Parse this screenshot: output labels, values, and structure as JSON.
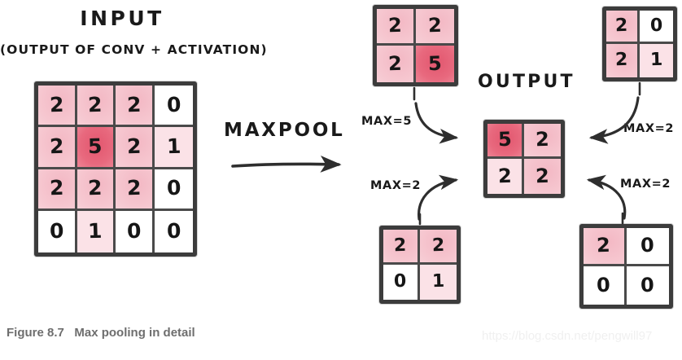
{
  "figure": {
    "caption_label": "Figure 8.7",
    "caption_text": "Max pooling in detail",
    "watermark": "https://blog.csdn.net/pengwill97"
  },
  "input": {
    "title": "INPUT",
    "subtitle": "(OUTPUT OF CONV + ACTIVATION)",
    "rows": [
      [
        {
          "value": "2",
          "tier": "v-mid"
        },
        {
          "value": "2",
          "tier": "v-mid"
        },
        {
          "value": "2",
          "tier": "v-mid"
        },
        {
          "value": "0",
          "tier": "v-none"
        }
      ],
      [
        {
          "value": "2",
          "tier": "v-mid"
        },
        {
          "value": "5",
          "tier": "v-high"
        },
        {
          "value": "2",
          "tier": "v-mid"
        },
        {
          "value": "1",
          "tier": "v-low"
        }
      ],
      [
        {
          "value": "2",
          "tier": "v-mid"
        },
        {
          "value": "2",
          "tier": "v-mid"
        },
        {
          "value": "2",
          "tier": "v-mid"
        },
        {
          "value": "0",
          "tier": "v-none"
        }
      ],
      [
        {
          "value": "0",
          "tier": "v-none"
        },
        {
          "value": "1",
          "tier": "v-low"
        },
        {
          "value": "0",
          "tier": "v-none"
        },
        {
          "value": "0",
          "tier": "v-none"
        }
      ]
    ]
  },
  "operation": {
    "label": "MAXPOOL",
    "arrow_icon": "right-arrow-icon"
  },
  "output": {
    "title": "OUTPUT",
    "rows": [
      [
        {
          "value": "5",
          "tier": "v-high"
        },
        {
          "value": "2",
          "tier": "v-mid"
        }
      ],
      [
        {
          "value": "2",
          "tier": "v-low"
        },
        {
          "value": "2",
          "tier": "v-mid"
        }
      ]
    ]
  },
  "patches": [
    {
      "name": "top-left",
      "max_label": "MAX=5",
      "rows": [
        [
          {
            "value": "2",
            "tier": "v-mid"
          },
          {
            "value": "2",
            "tier": "v-mid"
          }
        ],
        [
          {
            "value": "2",
            "tier": "v-mid"
          },
          {
            "value": "5",
            "tier": "v-high"
          }
        ]
      ]
    },
    {
      "name": "top-right",
      "max_label": "MAX=2",
      "rows": [
        [
          {
            "value": "2",
            "tier": "v-mid"
          },
          {
            "value": "0",
            "tier": "v-none"
          }
        ],
        [
          {
            "value": "2",
            "tier": "v-mid"
          },
          {
            "value": "1",
            "tier": "v-low"
          }
        ]
      ]
    },
    {
      "name": "bottom-left",
      "max_label": "MAX=2",
      "rows": [
        [
          {
            "value": "2",
            "tier": "v-mid"
          },
          {
            "value": "2",
            "tier": "v-mid"
          }
        ],
        [
          {
            "value": "0",
            "tier": "v-none"
          },
          {
            "value": "1",
            "tier": "v-low"
          }
        ]
      ]
    },
    {
      "name": "bottom-right",
      "max_label": "MAX=2",
      "rows": [
        [
          {
            "value": "2",
            "tier": "v-mid"
          },
          {
            "value": "0",
            "tier": "v-none"
          }
        ],
        [
          {
            "value": "0",
            "tier": "v-none"
          },
          {
            "value": "0",
            "tier": "v-none"
          }
        ]
      ]
    }
  ],
  "colors": {
    "ink": "#3c3c3c",
    "pink_mid": "#f4bfca",
    "pink_low": "#fbe2e7",
    "red_high": "#e2566e",
    "caption_gray": "#6e6e6e",
    "watermark_gray": "#f0f0f0"
  }
}
